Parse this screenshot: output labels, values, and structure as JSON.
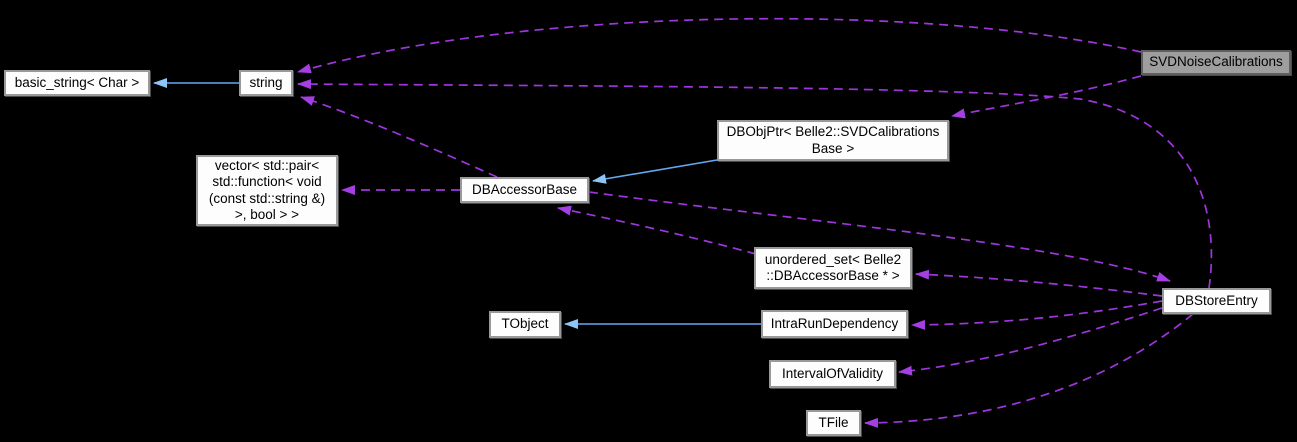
{
  "diagram": {
    "kind": "class-collaboration-graph",
    "focus": "SVDNoiseCalibrations"
  },
  "colors": {
    "background": "#000000",
    "node_fill": "#fdfdfd",
    "node_border": "#98999b",
    "focus_node_fill": "#9e9e9e",
    "focus_node_border": "#5f5f5f",
    "inheritance_edge": "#63a8f0",
    "usage_edge": "#9e36dd",
    "text": "#000000"
  },
  "nodes": {
    "basic_string": {
      "label": "basic_string< Char >"
    },
    "string": {
      "label": "string"
    },
    "svdnoise": {
      "label": "SVDNoiseCalibrations"
    },
    "dbobjptr": {
      "label": "DBObjPtr< Belle2::SVDCalibrations\nBase >"
    },
    "callback_vector": {
      "label": "vector< std::pair<\nstd::function< void\n(const std::string &)\n>, bool > >"
    },
    "dbaccessor": {
      "label": "DBAccessorBase"
    },
    "accessor_set": {
      "label": "unordered_set< Belle2\n::DBAccessorBase * >"
    },
    "tobject": {
      "label": "TObject"
    },
    "intrarun": {
      "label": "IntraRunDependency"
    },
    "iov": {
      "label": "IntervalOfValidity"
    },
    "tfile": {
      "label": "TFile"
    },
    "dbstore": {
      "label": "DBStoreEntry"
    }
  },
  "edges": [
    {
      "from": "string",
      "to": "basic_string",
      "relation": "inheritance"
    },
    {
      "from": "dbobjptr",
      "to": "dbaccessor",
      "relation": "inheritance"
    },
    {
      "from": "intrarun",
      "to": "tobject",
      "relation": "inheritance"
    },
    {
      "from": "svdnoise",
      "to": "string",
      "relation": "usage"
    },
    {
      "from": "svdnoise",
      "to": "dbobjptr",
      "relation": "usage"
    },
    {
      "from": "dbstore",
      "to": "string",
      "relation": "usage"
    },
    {
      "from": "dbaccessor",
      "to": "string",
      "relation": "usage"
    },
    {
      "from": "dbaccessor",
      "to": "callback_vector",
      "relation": "usage"
    },
    {
      "from": "dbaccessor",
      "to": "dbstore",
      "relation": "usage"
    },
    {
      "from": "accessor_set",
      "to": "dbaccessor",
      "relation": "usage"
    },
    {
      "from": "dbstore",
      "to": "accessor_set",
      "relation": "usage"
    },
    {
      "from": "dbstore",
      "to": "intrarun",
      "relation": "usage"
    },
    {
      "from": "dbstore",
      "to": "iov",
      "relation": "usage"
    },
    {
      "from": "dbstore",
      "to": "tfile",
      "relation": "usage"
    }
  ]
}
